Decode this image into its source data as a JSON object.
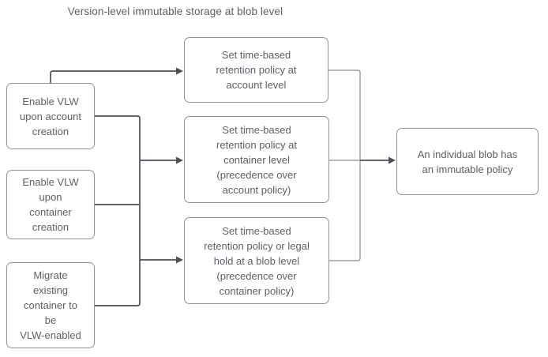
{
  "title": "Version-level immutable storage at blob level",
  "colors": {
    "background": "#ffffff",
    "box_fill": "#ffffff",
    "box_border": "#8f949b",
    "text": "#5b6068",
    "connector_dark": "#47505c",
    "connector_light": "#9aa0a7"
  },
  "nodes": {
    "left": [
      {
        "label": "Enable VLW\nupon account\ncreation"
      },
      {
        "label": "Enable VLW\nupon\ncontainer\ncreation"
      },
      {
        "label": "Migrate\nexisting\ncontainer to\nbe\nVLW-enabled"
      }
    ],
    "middle": [
      {
        "label": "Set time-based\nretention policy at\naccount level"
      },
      {
        "label": "Set time-based\nretention policy at\ncontainer level\n(precedence over\naccount policy)"
      },
      {
        "label": "Set time-based\nretention policy or legal\nhold at a blob level\n(precedence over\ncontainer policy)"
      }
    ],
    "right": [
      {
        "label": "An individual blob has\nan immutable policy"
      }
    ]
  }
}
